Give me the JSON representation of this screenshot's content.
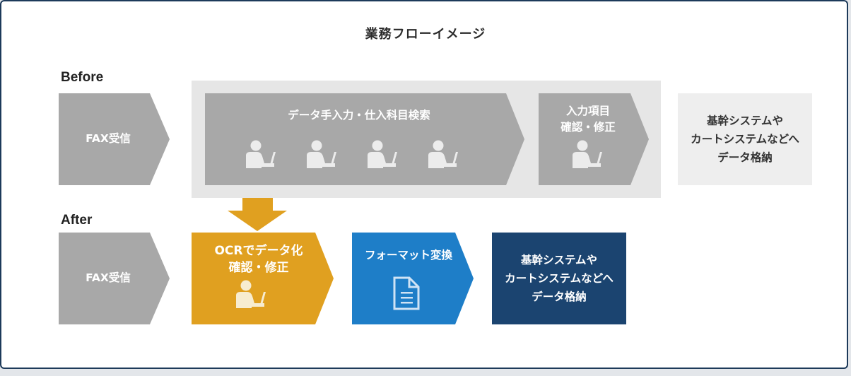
{
  "title": "業務フローイメージ",
  "before": {
    "section_label": "Before",
    "fax": "FAX受信",
    "data_entry": "データ手入力・仕入科目検索",
    "check": [
      "入力項目",
      "確認・修正"
    ],
    "storage": [
      "基幹システムや",
      "カートシステムなどへ",
      "データ格納"
    ]
  },
  "after": {
    "section_label": "After",
    "fax": "FAX受信",
    "ocr": [
      "OCRでデータ化",
      "確認・修正"
    ],
    "format": "フォーマット変換",
    "storage": [
      "基幹システムや",
      "カートシステムなどへ",
      "データ格納"
    ]
  },
  "colors": {
    "gray_step": "#a8a8a8",
    "bg_panel": "#e6e6e6",
    "light_box": "#eeeeee",
    "ocr_orange": "#e0a020",
    "format_blue": "#1e7ec8",
    "storage_navy": "#1b4470"
  },
  "icons": [
    "person-at-laptop-icon",
    "document-icon",
    "down-arrow-icon"
  ]
}
